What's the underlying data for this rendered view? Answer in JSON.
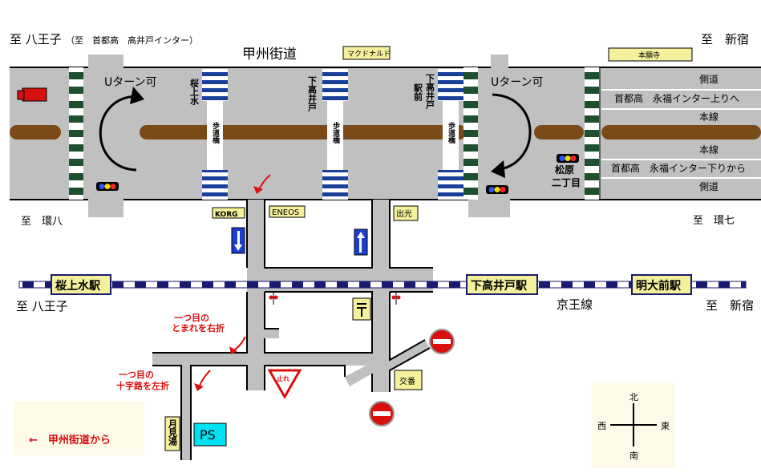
{
  "header": {
    "left": "至 八王子",
    "left_note": "（至　首都高　高井戸インター）",
    "road_name": "甲州街道",
    "right": "至　新宿"
  },
  "signs": {
    "mcdonalds": "マクドナルド",
    "honganji": "本願寺",
    "korg": "KORG",
    "eneos": "ENEOS",
    "idemitsu": "出光",
    "koban": "交番",
    "tsukimiyu": "月見湯",
    "ps": "PS",
    "tomare": "止れ"
  },
  "road": {
    "uturn_left": "Uターン可",
    "uturn_right": "Uターン可",
    "lanes": [
      "側道",
      "首都高　永福インター上りへ",
      "本線",
      "本線",
      "首都高　永福インター下りから",
      "側道"
    ],
    "matsubara_1": "松原",
    "matsubara_2": "二丁目"
  },
  "crossings": {
    "sakurajosui": "桜上水",
    "shimotakaido": "下高井戸",
    "shimotakaido_eki_1": "下高井戸",
    "shimotakaido_eki_2": "駅前",
    "hodokyo": "歩道橋"
  },
  "side_labels": {
    "kan8": "至　環八",
    "kan7": "至　環七",
    "lower_left": "至 八王子",
    "lower_right": "至　新宿",
    "keio_line": "京王線"
  },
  "stations": {
    "sakurajosui": "桜上水駅",
    "shimotakaido": "下高井戸駅",
    "meidaimae": "明大前駅"
  },
  "directions": {
    "first_stop_1": "一つ目の",
    "first_stop_2": "とまれを右折",
    "first_cross_1": "一つ目の",
    "first_cross_2": "十字路を左折",
    "from_koshu": "←　甲州街道から"
  },
  "compass": {
    "north": "北",
    "south": "南",
    "east": "東",
    "west": "西"
  },
  "colors": {
    "road": "#c0c0c0",
    "median": "#7a4a18",
    "sign_yellow": "#f4f09c",
    "blue_sign": "#1a3fd0",
    "red": "#d81010",
    "station_border": "#1a1a6e",
    "ps_cyan": "#00e0f0",
    "crosswalk_green": "#1e4f2e",
    "note_box": "#fdfbe8"
  }
}
